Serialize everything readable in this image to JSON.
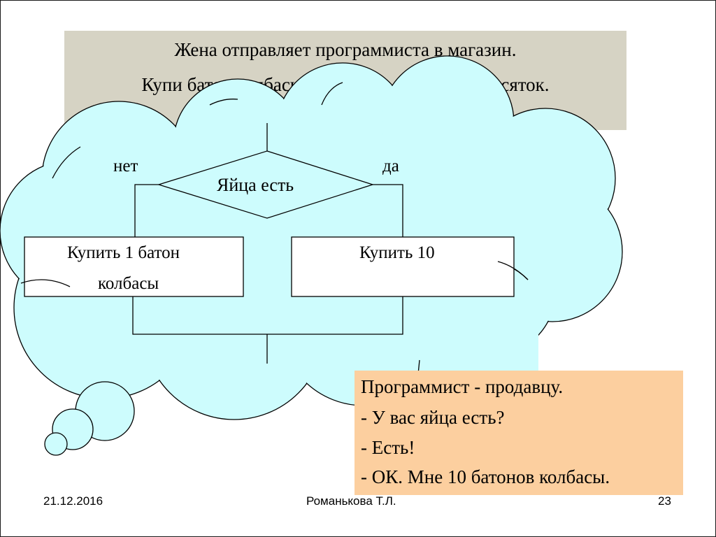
{
  "title": {
    "line1": "Жена отправляет программиста в магазин.",
    "line2": "Купи батон колбасы, если есть яйца, купи десяток."
  },
  "flowchart": {
    "condition": "Яйца есть",
    "no_label": "нет",
    "yes_label": "да",
    "no_branch_line1": "Купить 1 батон",
    "no_branch_line2": "колбасы",
    "yes_branch": "Купить 10"
  },
  "dialog": {
    "line1": "Программист - продавцу.",
    "line2": "- У вас яйца есть?",
    "line3": "- Есть!",
    "line4": "- ОК. Мне 10 батонов колбасы."
  },
  "footer": {
    "date": "21.12.2016",
    "author": "Романькова Т.Л.",
    "page": "23"
  },
  "colors": {
    "cloud_fill": "#cdfcfd",
    "title_bg": "#d6d3c4",
    "note_bg": "#fccf9f"
  }
}
